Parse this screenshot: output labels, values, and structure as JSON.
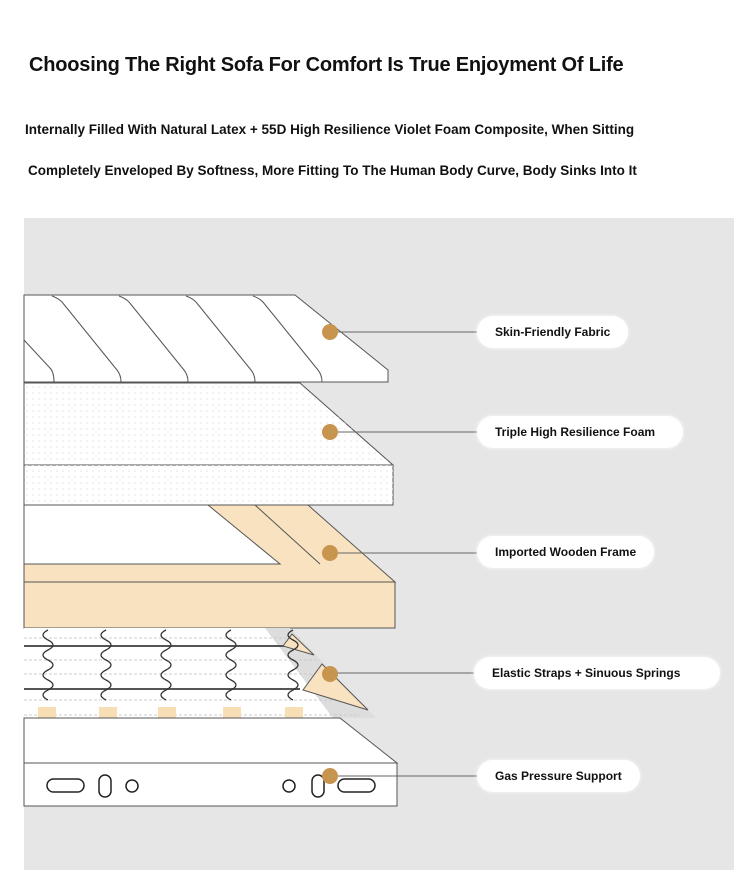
{
  "header": {
    "title": "Choosing The Right Sofa For Comfort Is True Enjoyment Of Life",
    "line1": "Internally Filled With Natural Latex + 55D High Resilience Violet Foam Composite, When Sitting",
    "line2": "Completely Enveloped By Softness, More Fitting To The Human Body Curve, Body Sinks Into It"
  },
  "layers": [
    {
      "label": "Skin-Friendly Fabric"
    },
    {
      "label": "Triple High Resilience Foam"
    },
    {
      "label": "Imported Wooden Frame"
    },
    {
      "label": "Elastic Straps + Sinuous Springs"
    },
    {
      "label": "Gas Pressure Support"
    }
  ],
  "colors": {
    "accent": "#c8954f",
    "wood": "#f9e2c0",
    "panel": "#e6e6e6"
  }
}
